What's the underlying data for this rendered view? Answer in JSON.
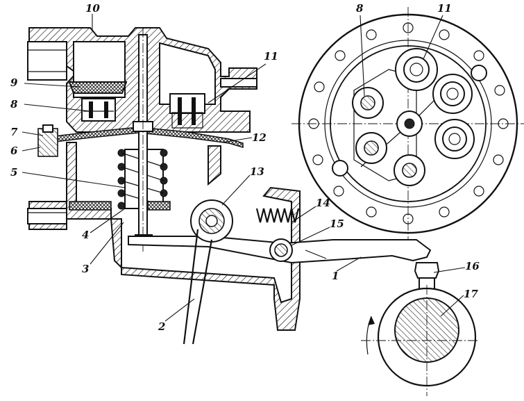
{
  "diagram": {
    "accent_color": "#111111",
    "labels": {
      "l1": "1",
      "l2": "2",
      "l3": "3",
      "l4": "4",
      "l5": "5",
      "l6": "6",
      "l7": "7",
      "l8": "8",
      "l9": "9",
      "l10": "10",
      "l11": "11",
      "l12": "12",
      "l13": "13",
      "l14": "14",
      "l15": "15",
      "l16": "16",
      "l17": "17",
      "r8": "8",
      "r11": "11"
    }
  }
}
